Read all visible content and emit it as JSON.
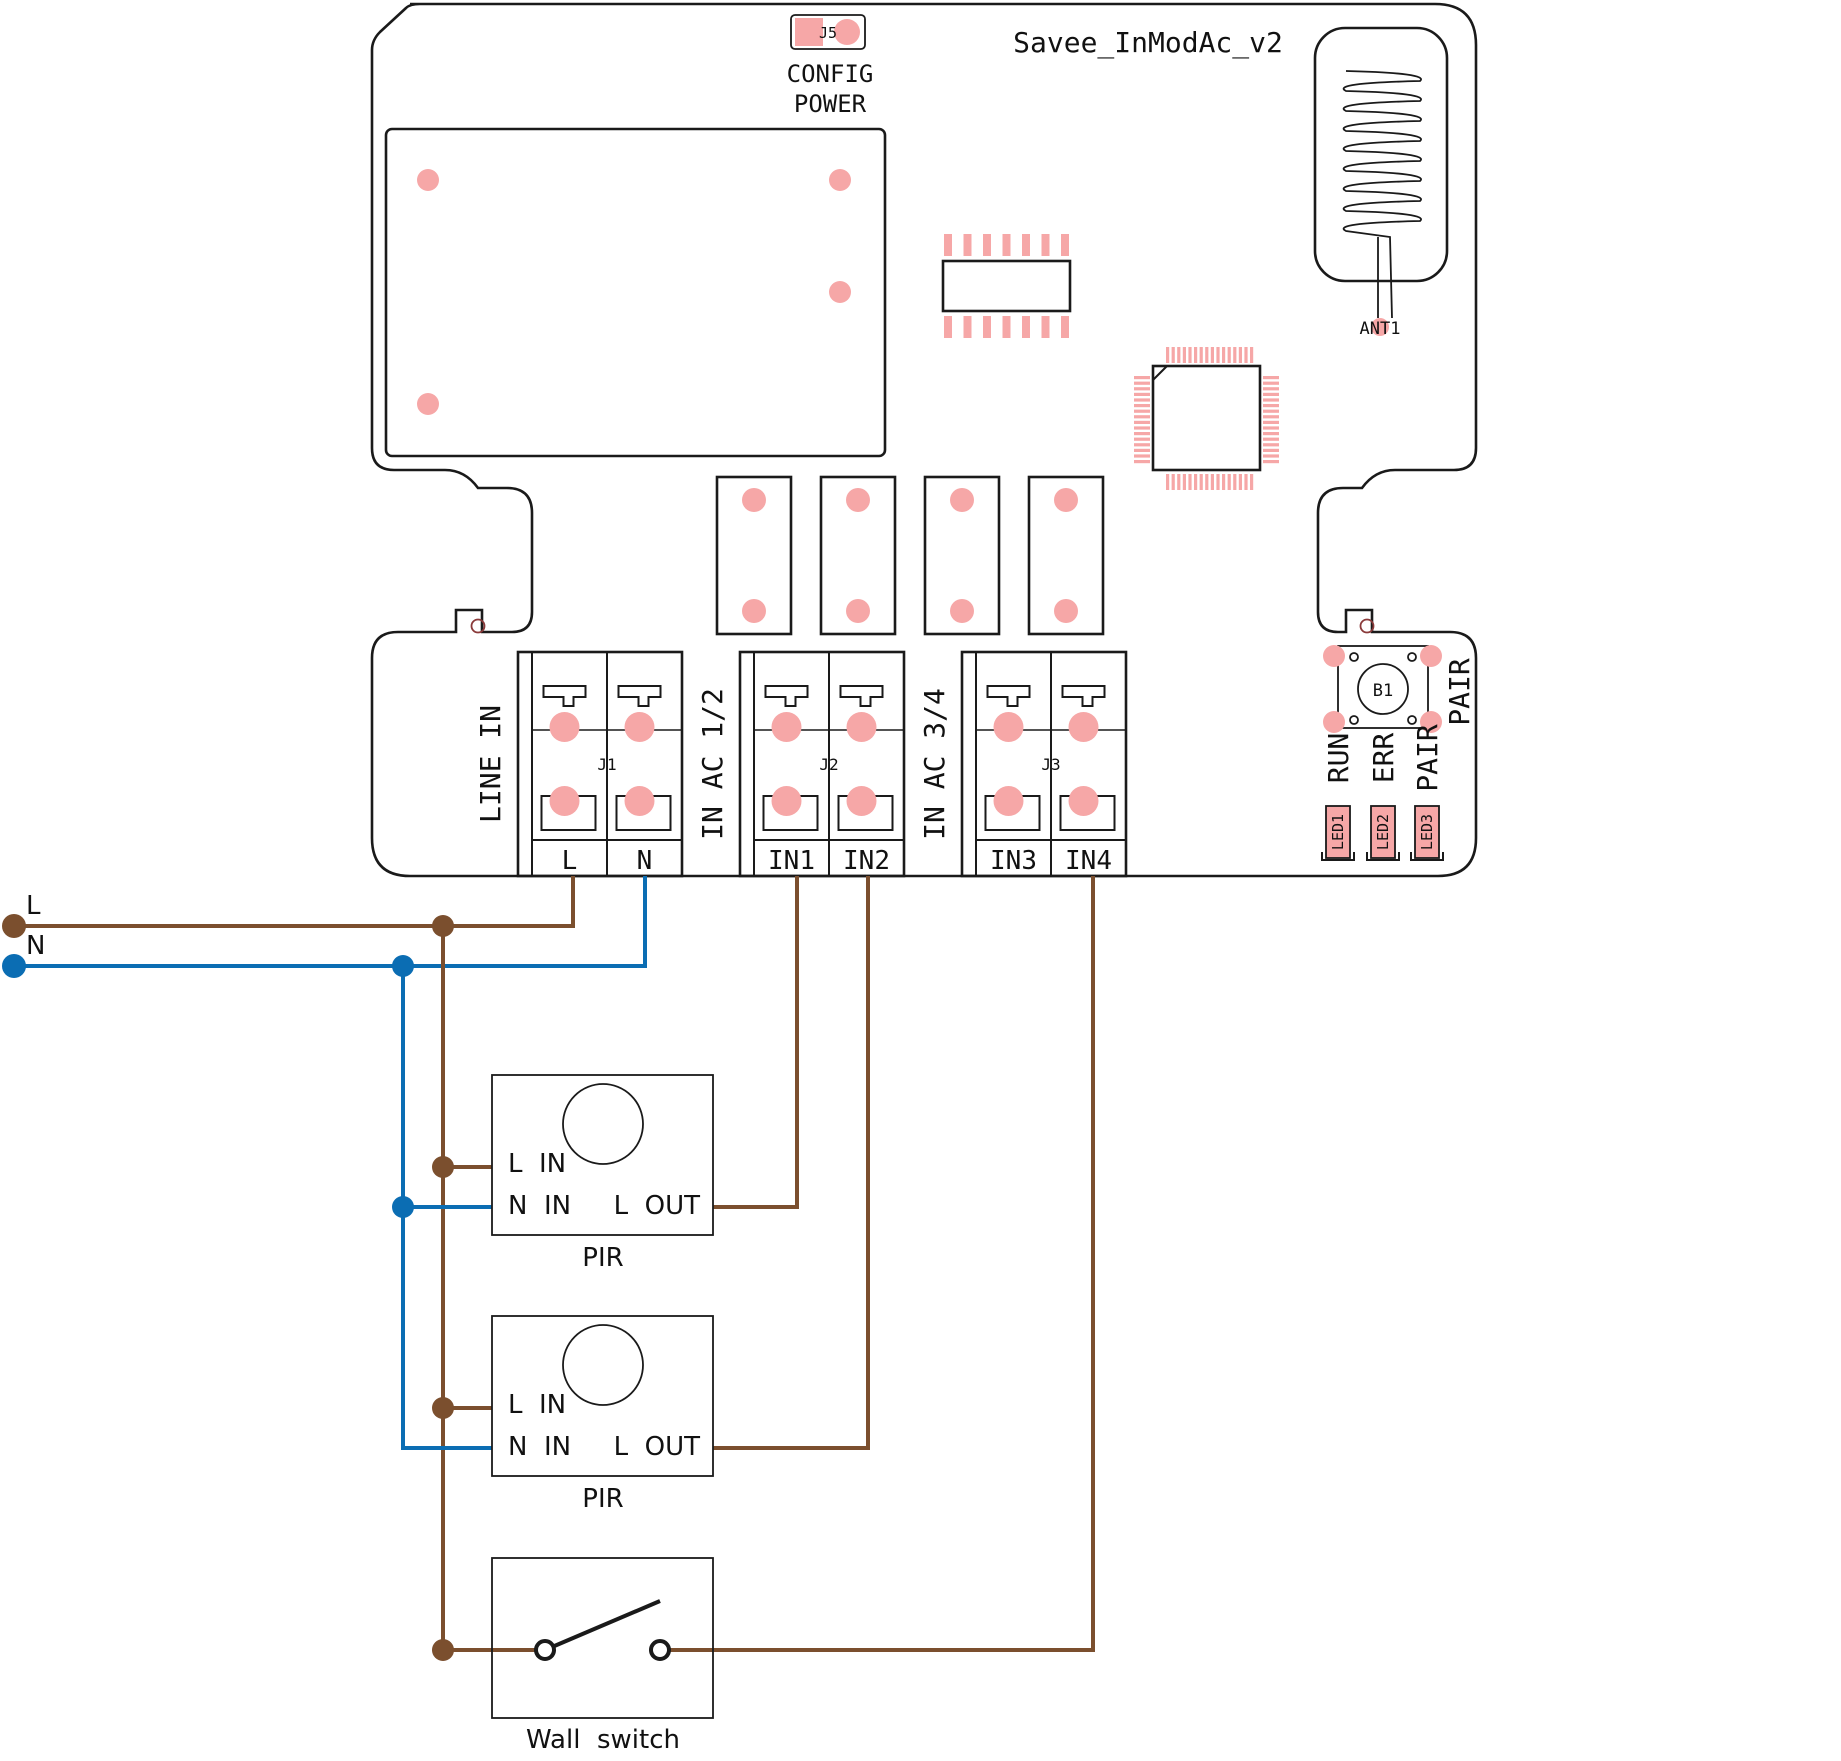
{
  "colors": {
    "live": "#7b4f2e",
    "neutral": "#0b6db3",
    "pad": "#f6a7a7",
    "outline": "#1a1a1a"
  },
  "board": {
    "name": "Savee_InModAc_v2",
    "j5_label": "J5",
    "config_line1": "CONFIG",
    "config_line2": "POWER",
    "antenna_label": "ANT1",
    "button_label": "B1",
    "pair_side_label": "PAIR",
    "leds": [
      {
        "ref": "LED1",
        "label": "RUN"
      },
      {
        "ref": "LED2",
        "label": "ERR"
      },
      {
        "ref": "LED3",
        "label": "PAIR"
      }
    ]
  },
  "terminals": [
    {
      "ref": "J1",
      "group_label": "LINE IN",
      "pins": [
        "L",
        "N"
      ]
    },
    {
      "ref": "J2",
      "group_label": "IN AC 1/2",
      "pins": [
        "IN1",
        "IN2"
      ]
    },
    {
      "ref": "J3",
      "group_label": "IN AC 3/4",
      "pins": [
        "IN3",
        "IN4"
      ]
    }
  ],
  "mains": {
    "live_label": "L",
    "neutral_label": "N"
  },
  "devices": [
    {
      "type": "pir",
      "name": "PIR",
      "l_in": "L  IN",
      "n_in": "N  IN",
      "l_out": "L  OUT"
    },
    {
      "type": "pir",
      "name": "PIR",
      "l_in": "L  IN",
      "n_in": "N  IN",
      "l_out": "L  OUT"
    },
    {
      "type": "switch",
      "name": "Wall  switch"
    }
  ]
}
